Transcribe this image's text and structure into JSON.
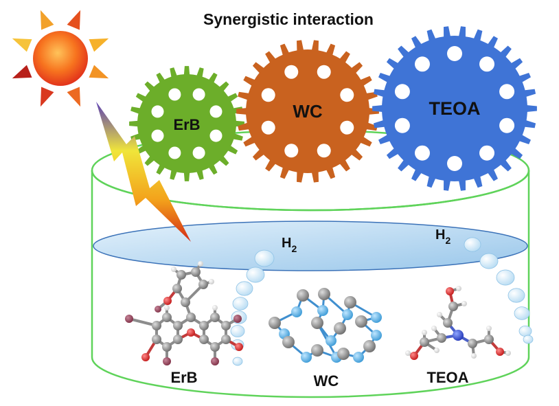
{
  "title": "Synergistic interaction",
  "gears": [
    {
      "label": "ErB",
      "color": "#6cae2a"
    },
    {
      "label": "WC",
      "color": "#c9621f"
    },
    {
      "label": "TEOA",
      "color": "#3f74d6"
    }
  ],
  "bubbles_labels": [
    {
      "text": "H",
      "sub": "2"
    },
    {
      "text": "H",
      "sub": "2"
    }
  ],
  "bottom_labels": [
    "ErB",
    "WC",
    "TEOA"
  ],
  "colors": {
    "sun_center": "#f04a1a",
    "container_rim": "#5fd35a",
    "water": "#b9daf2",
    "bubble": "#dff0fb"
  },
  "icons": [
    "sun-icon",
    "lightning-icon",
    "gear-icon",
    "molecule-icon",
    "crystal-icon",
    "bubble-icon"
  ]
}
